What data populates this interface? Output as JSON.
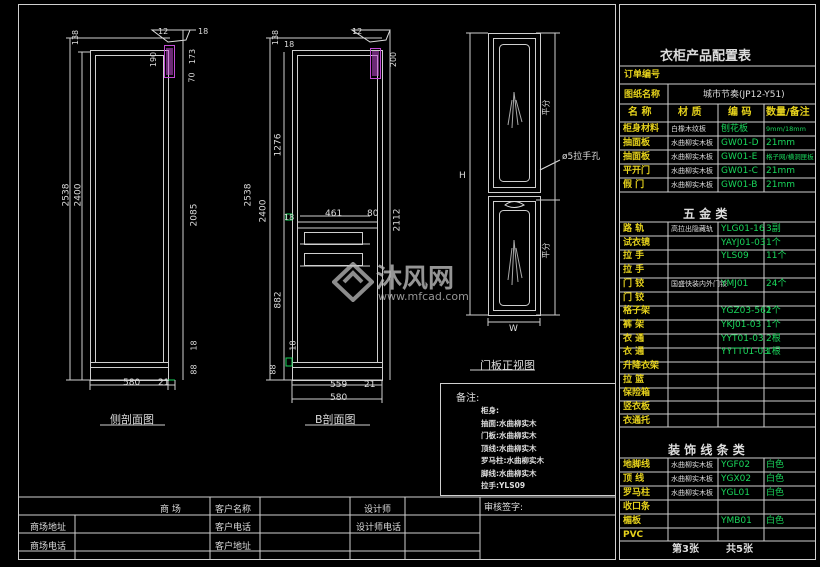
{
  "drawing": {
    "side_section_caption": "侧剖面图",
    "b_section_caption": "B剖面图",
    "door_front_caption": "门板正视图",
    "pull_hole_note": "ø5拉手孔",
    "door_h_label": "H",
    "door_w_label": "W",
    "door_center_label": "平分",
    "side": {
      "total_height": "2538",
      "inner_height": "2400",
      "depth": "580",
      "dims": [
        "138",
        "12",
        "18",
        "190",
        "173",
        "70",
        "2085",
        "18",
        "88",
        "21"
      ]
    },
    "b": {
      "total_height": "2538",
      "inner_height": "2400",
      "width": "580",
      "inner_width": "559",
      "dims": [
        "138",
        "12",
        "18",
        "1276",
        "200",
        "461",
        "80",
        "2112",
        "882",
        "18",
        "88",
        "21",
        "18"
      ]
    }
  },
  "notes": {
    "title": "备注:",
    "lines": [
      "柜身:",
      "抽面:水曲柳实木",
      "门板:水曲柳实木",
      "顶线:水曲柳实木",
      "罗马柱:水曲柳实木",
      "脚线:水曲柳实木",
      "拉手:YLS09"
    ]
  },
  "title_block": {
    "rows": [
      {
        "label": "商  场",
        "value": ""
      },
      {
        "label": "商场地址",
        "value": ""
      },
      {
        "label": "商场电话",
        "value": ""
      }
    ],
    "client": [
      "客户名称",
      "客户电话",
      "客户地址"
    ],
    "designer": [
      "设计师",
      "设计师电话"
    ],
    "review": "审核签字:"
  },
  "spec_table": {
    "title": "衣柜产品配置表",
    "order_no_label": "订单编号",
    "pattern_label": "图纸名称",
    "pattern_value": "城市节奏(JP12-Y51)",
    "headers": [
      "名 称",
      "材 质",
      "编 码",
      "数量/备注"
    ],
    "materials": [
      {
        "name": "柜身材料",
        "material": "白橡木纹板",
        "code": "刨花板",
        "qty": "9mm/18mm"
      },
      {
        "name": "抽面板",
        "material": "水曲柳实木板",
        "code": "GW01-D",
        "qty": "21mm"
      },
      {
        "name": "抽面板",
        "material": "水曲柳实木板",
        "code": "GW01-E",
        "qty": "格子网/横洞匣板"
      },
      {
        "name": "平开门",
        "material": "水曲柳实木板",
        "code": "GW01-C",
        "qty": "21mm"
      },
      {
        "name": "假 门",
        "material": "水曲柳实木板",
        "code": "GW01-B",
        "qty": "21mm"
      }
    ],
    "hardware_title": "五 金 类",
    "hardware": [
      {
        "name": "路 轨",
        "material": "高拉出隐藏轨",
        "code": "YLG01-16",
        "qty": "3副"
      },
      {
        "name": "试衣镜",
        "material": "",
        "code": "YAYJ01-03",
        "qty": "1个"
      },
      {
        "name": "拉 手",
        "material": "",
        "code": "YLS09",
        "qty": "11个"
      },
      {
        "name": "拉 手",
        "material": "",
        "code": "",
        "qty": ""
      },
      {
        "name": "门 铰",
        "material": "国盛快装内外门铰",
        "code": "YMJ01",
        "qty": "24个"
      },
      {
        "name": "门 铰",
        "material": "",
        "code": "",
        "qty": ""
      },
      {
        "name": "格子架",
        "material": "",
        "code": "YGZ03-562",
        "qty": "1个"
      },
      {
        "name": "裤 架",
        "material": "",
        "code": "YKJ01-03",
        "qty": "1个"
      },
      {
        "name": "衣 通",
        "material": "",
        "code": "YYT01-03",
        "qty": "2根"
      },
      {
        "name": "衣 通",
        "material": "",
        "code": "YYTT01-03",
        "qty": "1根"
      },
      {
        "name": "升降衣架",
        "material": "",
        "code": "",
        "qty": ""
      },
      {
        "name": "拉 篮",
        "material": "",
        "code": "",
        "qty": ""
      },
      {
        "name": "保险箱",
        "material": "",
        "code": "",
        "qty": ""
      },
      {
        "name": "竖衣板",
        "material": "",
        "code": "",
        "qty": ""
      },
      {
        "name": "衣通托",
        "material": "",
        "code": "",
        "qty": ""
      }
    ],
    "trim_title": "装 饰 线 条 类",
    "trim": [
      {
        "name": "地脚线",
        "material": "水曲柳实木板",
        "code": "YGF02",
        "qty": "白色"
      },
      {
        "name": "顶 线",
        "material": "水曲柳实木板",
        "code": "YGX02",
        "qty": "白色"
      },
      {
        "name": "罗马柱",
        "material": "水曲柳实木板",
        "code": "YGL01",
        "qty": "白色"
      },
      {
        "name": "收口条",
        "material": "",
        "code": "",
        "qty": ""
      },
      {
        "name": "楣板",
        "material": "",
        "code": "YMB01",
        "qty": "白色"
      },
      {
        "name": "PVC",
        "material": "",
        "code": "",
        "qty": ""
      }
    ],
    "sheet": "第3张",
    "total": "共5张"
  },
  "watermark": {
    "brand": "沐风网",
    "url": "www.mfcad.com"
  }
}
